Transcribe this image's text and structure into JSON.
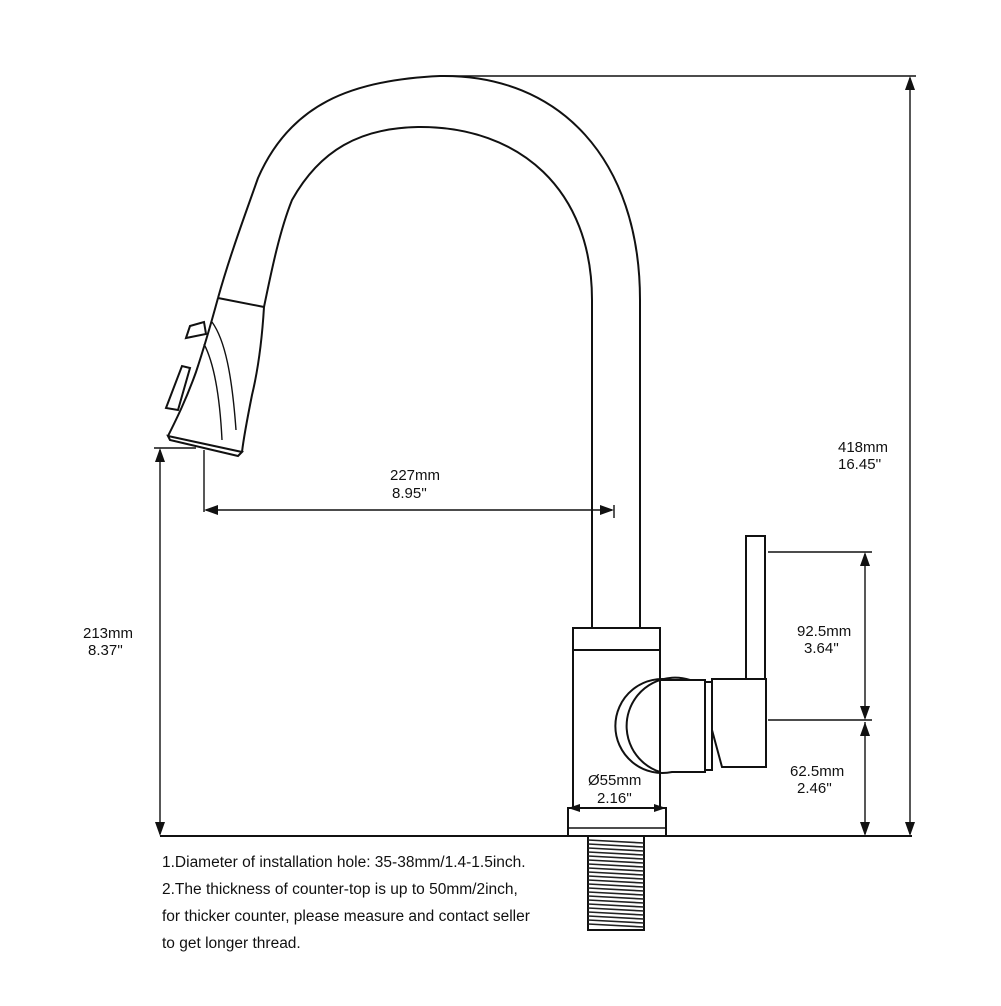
{
  "dimensions": {
    "spout_reach": {
      "mm": "227mm",
      "inch": "8.95''"
    },
    "spout_height": {
      "mm": "213mm",
      "inch": "8.37''"
    },
    "total_height": {
      "mm": "418mm",
      "inch": "16.45''"
    },
    "handle_height": {
      "mm": "92.5mm",
      "inch": "3.64''"
    },
    "handle_base_height": {
      "mm": "62.5mm",
      "inch": "2.46''"
    },
    "base_diameter": {
      "mm": "Ø55mm",
      "inch": "2.16''"
    }
  },
  "notes": [
    "1.Diameter of installation hole: 35-38mm/1.4-1.5inch.",
    "2.The thickness of counter-top is up to 50mm/2inch,",
    "for thicker counter, please measure and contact seller",
    "to get longer thread."
  ]
}
